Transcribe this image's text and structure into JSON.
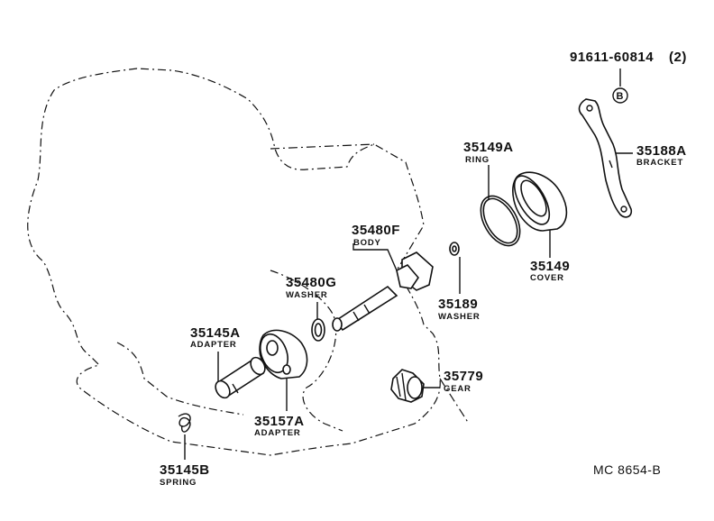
{
  "diagram_code": "MC 8654-B",
  "parts": {
    "bolt": {
      "number": "91611-60814",
      "qty": "(2)",
      "marker": "B"
    },
    "bracket": {
      "number": "35188A",
      "name": "BRACKET"
    },
    "ring": {
      "number": "35149A",
      "name": "RING"
    },
    "cover": {
      "number": "35149",
      "name": "COVER"
    },
    "body": {
      "number": "35480F",
      "name": "BODY"
    },
    "washer_g": {
      "number": "35480G",
      "name": "WASHER"
    },
    "washer_189": {
      "number": "35189",
      "name": "WASHER"
    },
    "adapter_a": {
      "number": "35145A",
      "name": "ADAPTER"
    },
    "adapter_157": {
      "number": "35157A",
      "name": "ADAPTER"
    },
    "gear": {
      "number": "35779",
      "name": "GEAR"
    },
    "spring": {
      "number": "35145B",
      "name": "SPRING"
    }
  }
}
